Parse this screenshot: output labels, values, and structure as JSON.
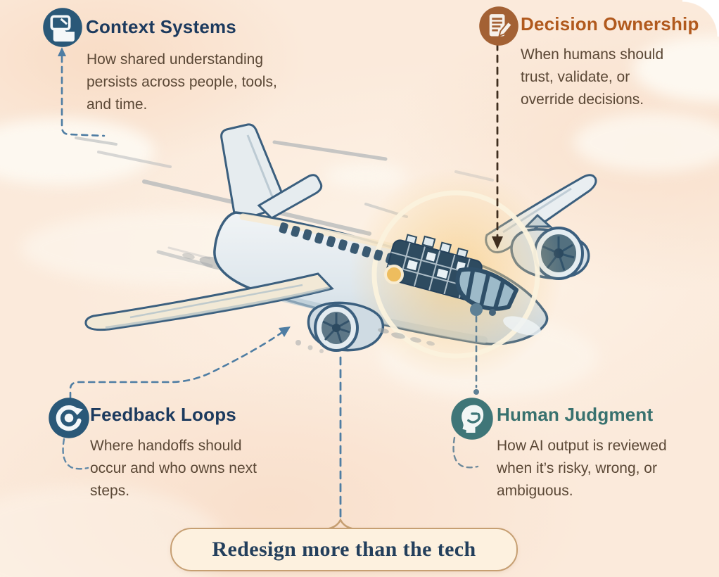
{
  "figure": {
    "type": "annotated-illustration",
    "subject": "airplane in flight, watercolor style, with glowing cutaway section",
    "banner": {
      "label": "Redesign more than the tech"
    },
    "callouts": [
      {
        "id": "context-systems",
        "icon": "folder-icon",
        "title": "Context Systems",
        "description": "How shared understanding persists across people, tools, and time.",
        "title_color": "#1c3a5e",
        "icon_bg": "#2a5878"
      },
      {
        "id": "decision-ownership",
        "icon": "document-edit-icon",
        "title": "Decision Ownership",
        "description": "When humans should trust, validate, or override decisions.",
        "title_color": "#b1591d",
        "icon_bg": "#a36134"
      },
      {
        "id": "feedback-loops",
        "icon": "loop-arrows-icon",
        "title": "Feedback Loops",
        "description": "Where handoffs should occur and who owns next steps.",
        "title_color": "#1c3a5e",
        "icon_bg": "#2a5878"
      },
      {
        "id": "human-judgment",
        "icon": "head-profile-icon",
        "title": "Human Judgment",
        "description": "How AI output is reviewed when it’s risky, wrong, or ambiguous.",
        "title_color": "#38716e",
        "icon_bg": "#3f7678"
      }
    ],
    "colors": {
      "background": "#fbeadb",
      "accent_navy": "#1c3a5e",
      "accent_orange": "#b1591d",
      "accent_teal": "#38716e",
      "body_text": "#5b4836",
      "banner_border": "#c69f72",
      "banner_text": "#233f5c",
      "connector_blue": "#4e7da3",
      "connector_brown": "#3f2e1f",
      "connector_slate": "#5e8095"
    }
  }
}
